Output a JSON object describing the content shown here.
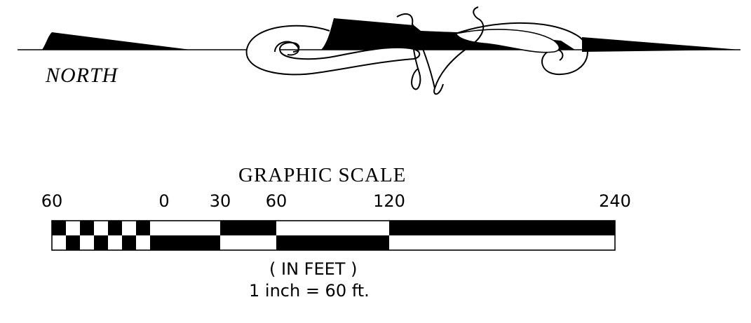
{
  "north_arrow": {
    "label": "NORTH",
    "icon": "north-arrow-icon"
  },
  "graphic_scale": {
    "title": "GRAPHIC SCALE",
    "units": "( IN FEET )",
    "ratio": "1 inch = 60 ft.",
    "ticks": [
      {
        "value": -60,
        "label": "60"
      },
      {
        "value": 0,
        "label": "0"
      },
      {
        "value": 30,
        "label": "30"
      },
      {
        "value": 60,
        "label": "60"
      },
      {
        "value": 120,
        "label": "120"
      },
      {
        "value": 240,
        "label": "240"
      }
    ],
    "top_row_segments": [
      {
        "from": -60,
        "to": -52.5,
        "fill": "black"
      },
      {
        "from": -52.5,
        "to": -45,
        "fill": "white"
      },
      {
        "from": -45,
        "to": -37.5,
        "fill": "black"
      },
      {
        "from": -37.5,
        "to": -30,
        "fill": "white"
      },
      {
        "from": -30,
        "to": -22.5,
        "fill": "black"
      },
      {
        "from": -22.5,
        "to": -15,
        "fill": "white"
      },
      {
        "from": -15,
        "to": -7.5,
        "fill": "black"
      },
      {
        "from": -7.5,
        "to": 0,
        "fill": "white"
      },
      {
        "from": 0,
        "to": 30,
        "fill": "white"
      },
      {
        "from": 30,
        "to": 60,
        "fill": "black"
      },
      {
        "from": 60,
        "to": 120,
        "fill": "white"
      },
      {
        "from": 120,
        "to": 240,
        "fill": "black"
      }
    ],
    "bottom_row_segments": [
      {
        "from": -60,
        "to": -52.5,
        "fill": "white"
      },
      {
        "from": -52.5,
        "to": -45,
        "fill": "black"
      },
      {
        "from": -45,
        "to": -37.5,
        "fill": "white"
      },
      {
        "from": -37.5,
        "to": -30,
        "fill": "black"
      },
      {
        "from": -30,
        "to": -22.5,
        "fill": "white"
      },
      {
        "from": -22.5,
        "to": -15,
        "fill": "black"
      },
      {
        "from": -15,
        "to": -7.5,
        "fill": "white"
      },
      {
        "from": -7.5,
        "to": 0,
        "fill": "black"
      },
      {
        "from": 0,
        "to": 30,
        "fill": "black"
      },
      {
        "from": 30,
        "to": 60,
        "fill": "white"
      },
      {
        "from": 60,
        "to": 120,
        "fill": "black"
      },
      {
        "from": 120,
        "to": 240,
        "fill": "white"
      }
    ],
    "colors": {
      "ink": "#000000",
      "paper": "#ffffff"
    }
  }
}
